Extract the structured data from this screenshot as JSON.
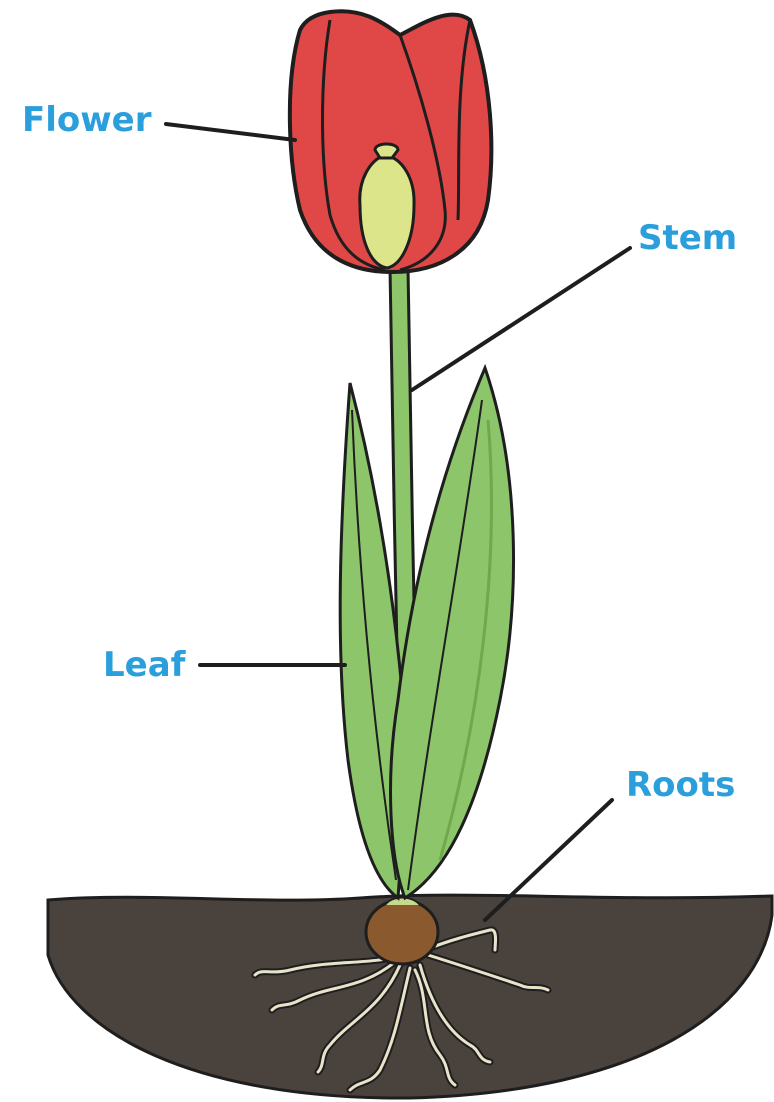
{
  "labels": {
    "flower": "Flower",
    "stem": "Stem",
    "leaf": "Leaf",
    "roots": "Roots"
  },
  "colors": {
    "label_text": "#2a9fdc",
    "petal": "#e04848",
    "petal_dark": "#c93636",
    "pod": "#dde58a",
    "stem": "#8cc56a",
    "leaf": "#8cc56a",
    "leaf_dark": "#6fa84d",
    "soil": "#4a423d",
    "bulb": "#8a5a2e",
    "root": "#e9e4c9",
    "outline": "#1e1e1e"
  }
}
